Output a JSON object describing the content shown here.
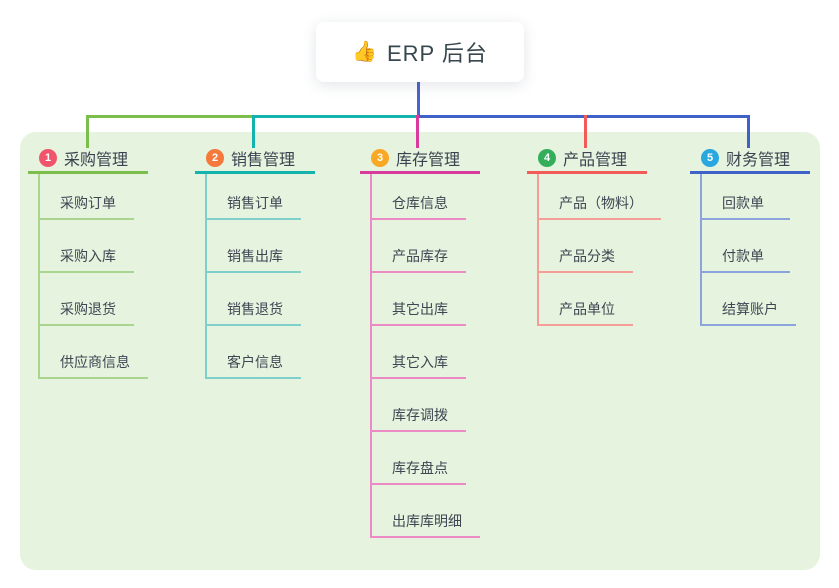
{
  "root": {
    "icon": "thumbs-up-icon",
    "icon_glyph": "👍",
    "title": "ERP 后台",
    "connector_color": "#4A63CE"
  },
  "panel": {
    "background": "#E5F3DF"
  },
  "branches": [
    {
      "badge_number": "1",
      "badge_color": "#F1556C",
      "label": "采购管理",
      "line_color": "#7CBE4B",
      "child_line_color": "#A9D58F",
      "children": [
        "采购订单",
        "采购入库",
        "采购退货",
        "供应商信息"
      ]
    },
    {
      "badge_number": "2",
      "badge_color": "#F4793B",
      "label": "销售管理",
      "line_color": "#14B3AE",
      "child_line_color": "#7FD0CB",
      "children": [
        "销售订单",
        "销售出库",
        "销售退货",
        "客户信息"
      ]
    },
    {
      "badge_number": "3",
      "badge_color": "#F9A825",
      "label": "库存管理",
      "line_color": "#D83A9D",
      "child_line_color": "#EC8AC6",
      "children": [
        "仓库信息",
        "产品库存",
        "其它出库",
        "其它入库",
        "库存调拨",
        "库存盘点",
        "出库库明细"
      ]
    },
    {
      "badge_number": "4",
      "badge_color": "#35AE5C",
      "label": "产品管理",
      "line_color": "#F25B57",
      "child_line_color": "#F59D97",
      "children": [
        "产品（物料）",
        "产品分类",
        "产品单位"
      ]
    },
    {
      "badge_number": "5",
      "badge_color": "#29A8E0",
      "label": "财务管理",
      "line_color": "#3F62C9",
      "child_line_color": "#8CA4DC",
      "children": [
        "回款单",
        "付款单",
        "结算账户"
      ]
    }
  ]
}
